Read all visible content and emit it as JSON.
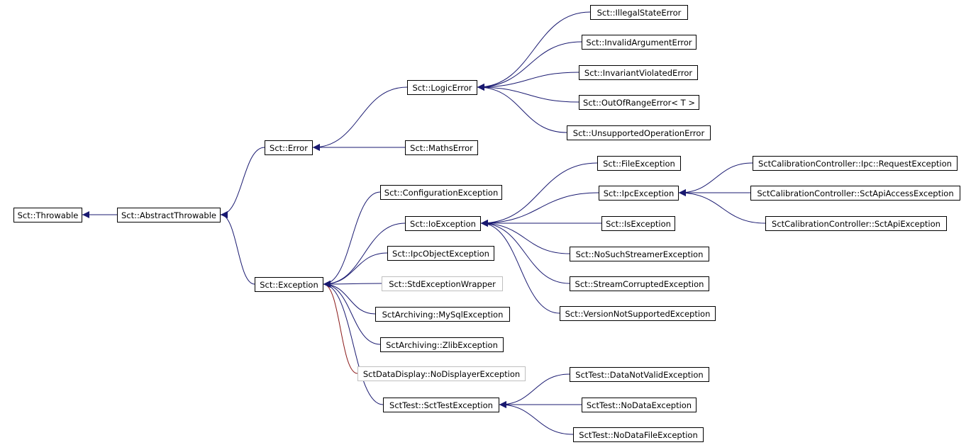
{
  "colors": {
    "edge": "#191970",
    "edge_alt": "#8b1a1a",
    "box_border": "#000000",
    "box_border_undocumented": "#bfbfbf",
    "background": "#ffffff"
  },
  "nodes": [
    {
      "id": "throwable",
      "label": "Sct::Throwable",
      "style": "solid"
    },
    {
      "id": "abstract_throwable",
      "label": "Sct::AbstractThrowable",
      "style": "solid"
    },
    {
      "id": "error",
      "label": "Sct::Error",
      "style": "solid"
    },
    {
      "id": "logic_error",
      "label": "Sct::LogicError",
      "style": "solid"
    },
    {
      "id": "illegal_state",
      "label": "Sct::IllegalStateError",
      "style": "solid"
    },
    {
      "id": "invalid_argument",
      "label": "Sct::InvalidArgumentError",
      "style": "solid"
    },
    {
      "id": "invariant_violated",
      "label": "Sct::InvariantViolatedError",
      "style": "solid"
    },
    {
      "id": "out_of_range",
      "label": "Sct::OutOfRangeError< T >",
      "style": "solid"
    },
    {
      "id": "unsupported_operation",
      "label": "Sct::UnsupportedOperationError",
      "style": "solid"
    },
    {
      "id": "maths_error",
      "label": "Sct::MathsError",
      "style": "solid"
    },
    {
      "id": "exception",
      "label": "Sct::Exception",
      "style": "solid"
    },
    {
      "id": "configuration_exception",
      "label": "Sct::ConfigurationException",
      "style": "solid"
    },
    {
      "id": "io_exception",
      "label": "Sct::IoException",
      "style": "solid"
    },
    {
      "id": "file_exception",
      "label": "Sct::FileException",
      "style": "solid"
    },
    {
      "id": "ipc_exception",
      "label": "Sct::IpcException",
      "style": "solid"
    },
    {
      "id": "request_exception",
      "label": "SctCalibrationController::Ipc::RequestException",
      "style": "solid"
    },
    {
      "id": "sctapi_access_exception",
      "label": "SctCalibrationController::SctApiAccessException",
      "style": "solid"
    },
    {
      "id": "sctapi_exception",
      "label": "SctCalibrationController::SctApiException",
      "style": "solid"
    },
    {
      "id": "is_exception",
      "label": "Sct::IsException",
      "style": "solid"
    },
    {
      "id": "no_such_streamer",
      "label": "Sct::NoSuchStreamerException",
      "style": "solid"
    },
    {
      "id": "stream_corrupted",
      "label": "Sct::StreamCorruptedException",
      "style": "solid"
    },
    {
      "id": "version_not_supported",
      "label": "Sct::VersionNotSupportedException",
      "style": "solid"
    },
    {
      "id": "ipc_object_exception",
      "label": "Sct::IpcObjectException",
      "style": "solid"
    },
    {
      "id": "std_exception_wrapper",
      "label": "Sct::StdExceptionWrapper",
      "style": "undocumented"
    },
    {
      "id": "mysql_exception",
      "label": "SctArchiving::MySqlException",
      "style": "solid"
    },
    {
      "id": "zlib_exception",
      "label": "SctArchiving::ZlibException",
      "style": "solid"
    },
    {
      "id": "no_displayer_exception",
      "label": "SctDataDisplay::NoDisplayerException",
      "style": "undocumented"
    },
    {
      "id": "sct_test_exception",
      "label": "SctTest::SctTestException",
      "style": "solid"
    },
    {
      "id": "data_not_valid",
      "label": "SctTest::DataNotValidException",
      "style": "solid"
    },
    {
      "id": "no_data",
      "label": "SctTest::NoDataException",
      "style": "solid"
    },
    {
      "id": "no_data_file",
      "label": "SctTest::NoDataFileException",
      "style": "solid"
    }
  ],
  "edges": [
    {
      "from": "abstract_throwable",
      "to": "throwable"
    },
    {
      "from": "error",
      "to": "abstract_throwable"
    },
    {
      "from": "exception",
      "to": "abstract_throwable"
    },
    {
      "from": "logic_error",
      "to": "error"
    },
    {
      "from": "maths_error",
      "to": "error"
    },
    {
      "from": "illegal_state",
      "to": "logic_error"
    },
    {
      "from": "invalid_argument",
      "to": "logic_error"
    },
    {
      "from": "invariant_violated",
      "to": "logic_error"
    },
    {
      "from": "out_of_range",
      "to": "logic_error"
    },
    {
      "from": "unsupported_operation",
      "to": "logic_error"
    },
    {
      "from": "configuration_exception",
      "to": "exception"
    },
    {
      "from": "io_exception",
      "to": "exception"
    },
    {
      "from": "ipc_object_exception",
      "to": "exception"
    },
    {
      "from": "std_exception_wrapper",
      "to": "exception"
    },
    {
      "from": "mysql_exception",
      "to": "exception"
    },
    {
      "from": "zlib_exception",
      "to": "exception"
    },
    {
      "from": "no_displayer_exception",
      "to": "exception",
      "color": "alt"
    },
    {
      "from": "sct_test_exception",
      "to": "exception"
    },
    {
      "from": "file_exception",
      "to": "io_exception"
    },
    {
      "from": "ipc_exception",
      "to": "io_exception"
    },
    {
      "from": "is_exception",
      "to": "io_exception"
    },
    {
      "from": "no_such_streamer",
      "to": "io_exception"
    },
    {
      "from": "stream_corrupted",
      "to": "io_exception"
    },
    {
      "from": "version_not_supported",
      "to": "io_exception"
    },
    {
      "from": "request_exception",
      "to": "ipc_exception"
    },
    {
      "from": "sctapi_access_exception",
      "to": "ipc_exception"
    },
    {
      "from": "sctapi_exception",
      "to": "ipc_exception"
    },
    {
      "from": "data_not_valid",
      "to": "sct_test_exception"
    },
    {
      "from": "no_data",
      "to": "sct_test_exception"
    },
    {
      "from": "no_data_file",
      "to": "sct_test_exception"
    }
  ]
}
